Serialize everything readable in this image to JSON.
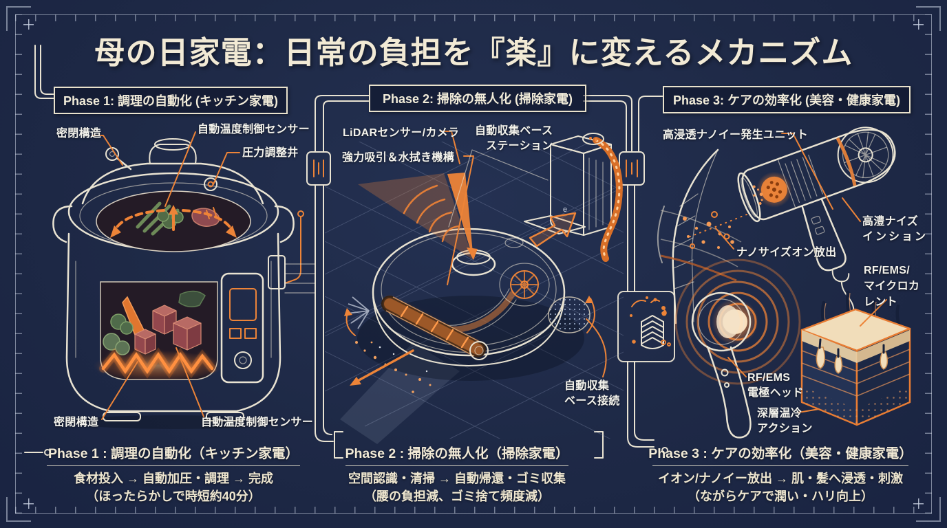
{
  "colors": {
    "background": "#1e2946",
    "accent_orange": "#ed8438",
    "cream": "#f2ead5",
    "line": "#e9e3d2"
  },
  "title": "母の日家電：日常の負担を『楽』に変えるメカニズム",
  "phase1": {
    "header": "Phase 1: 調理の自動化 (キッチン家電)",
    "label_seal_top": "密閉構造",
    "label_sensor_top": "自動温度制御センサー",
    "label_valve": "圧力調整井",
    "label_seal_bottom": "密閉構造",
    "label_sensor_bottom": "自動温度制御センサー",
    "footer_title": "Phase 1 : 調理の自動化（キッチン家電）",
    "flow": "食材投入 → 自動加圧・調理 → 完成",
    "benefit": "（ほったらかしで時短約40分）"
  },
  "phase2": {
    "header": "Phase 2: 掃除の無人化 (掃除家電)",
    "label_lidar": "LiDARセンサー/カメラ",
    "label_suction": "強力吸引＆水拭き機構",
    "label_station_line1": "自動収集ベース",
    "label_station_line2": "ステーション",
    "label_dock_line1": "自動収集",
    "label_dock_line2": "ベース接続",
    "station_mark": "e",
    "footer_title": "Phase 2 : 掃除の無人化（掃除家電）",
    "flow": "空間認識・清掃 → 自動帰還・ゴミ収集",
    "benefit": "（腰の負担減、ゴミ捨て頻度減）"
  },
  "phase3": {
    "header": "Phase 3: ケアの効率化 (美容・健康家電)",
    "label_nanoe": "高浸透ナノイー発生ユニット",
    "label_ion_line1": "高澧ナイズ",
    "label_ion_line2": "インション",
    "label_release": "ナノサイズオン放出",
    "label_rf_line1": "RF/EMS/",
    "label_rf_line2": "マイクロカ",
    "label_rf_line3": "レント",
    "label_head_line1": "RF/EMS",
    "label_head_line2": "電極ヘッド",
    "label_thermo_line1": "深層温冷",
    "label_thermo_line2": "アクション",
    "footer_title": "Phase 3 : ケアの効率化（美容・健康家電）",
    "flow": "イオン/ナノイー放出 → 肌・髪へ浸透・刺激",
    "benefit": "（ながらケアで潤い・ハリ向上）"
  }
}
